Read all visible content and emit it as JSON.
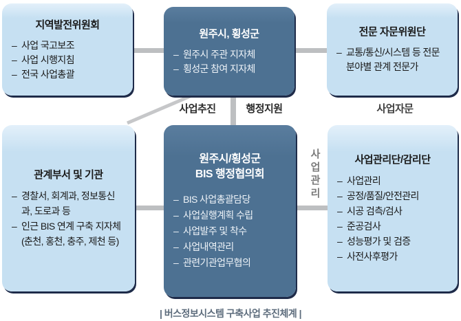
{
  "appearance": {
    "light_box_bg": "#c6e0f2",
    "dark_box_bg": "#4d7192",
    "box_shadow": "#1e2b49",
    "connector_gray": "#bdbfc1",
    "label_dark": "#2b2b2b",
    "label_muted_gray": "#7b7b7b",
    "caption_slate": "#5e6d7d"
  },
  "boxes": {
    "regional": {
      "title": "지역발전위원회",
      "items": [
        "사업 국고보조",
        "사업 시행지침",
        "전국 사업총괄"
      ]
    },
    "cities": {
      "title": "원주시, 횡성군",
      "items": [
        "원주시 주관 지자체",
        "횡성군 참여 지자체"
      ]
    },
    "advisory": {
      "title": "전문 자문위원단",
      "items": [
        "교통/통신/시스템 등 전문분야별 관계 전문가"
      ]
    },
    "related": {
      "title": "관계부서 및 기관",
      "items": [
        "경찰서, 회계과, 정보통신과, 도로과 등",
        "인근 BIS 연계 구축 지자체(춘천, 홍천, 충주, 제천 등)"
      ]
    },
    "council": {
      "title_line1": "원주시/횡성군",
      "title_line2": "BIS 행정협의회",
      "items": [
        "BIS 사업총괄담당",
        "사업실행계획 수립",
        "사업발주 및 착수",
        "사업내역관리",
        "관련기관업무협의"
      ]
    },
    "supervision": {
      "title": "사업관리단/감리단",
      "items": [
        "사업관리",
        "공정/품질/안전관리",
        "시공 검측/검사",
        "준공검사",
        "성능평가 및 검증",
        "사전사후평가"
      ]
    }
  },
  "labels": {
    "promote": "사업추진",
    "admin_support": "행정지원",
    "advice": "사업자문",
    "management": "사업관리"
  },
  "caption": "| 버스정보시스템 구축사업 추진체계 |"
}
